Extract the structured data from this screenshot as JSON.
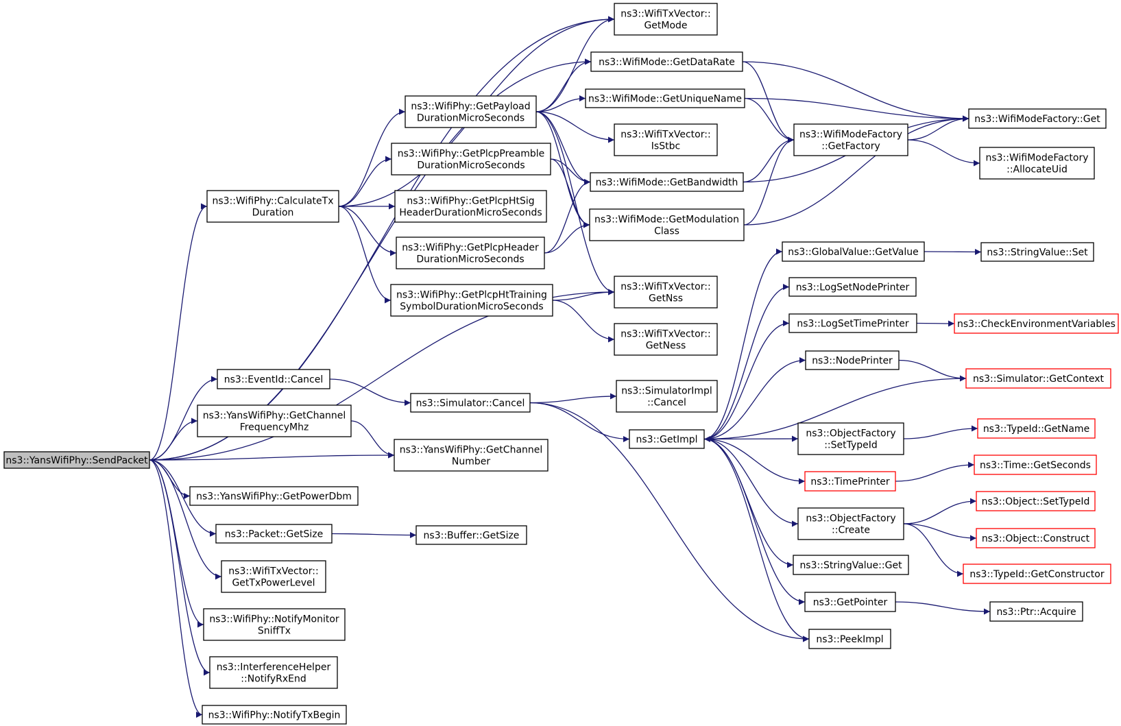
{
  "palette": {
    "edge": "#191970",
    "node_border": "#000000",
    "external_node_border": "#ff0000",
    "root_fill": "#bfbfbf"
  },
  "nodes": {
    "sendpacket": [
      "ns3::YansWifiPhy::SendPacket"
    ],
    "calctx": [
      "ns3::WifiPhy::CalculateTx",
      "Duration"
    ],
    "eventcancel": [
      "ns3::EventId::Cancel"
    ],
    "getchanfreq": [
      "ns3::YansWifiPhy::GetChannel",
      "FrequencyMhz"
    ],
    "getpowerdbm": [
      "ns3::YansWifiPhy::GetPowerDbm"
    ],
    "pktsize": [
      "ns3::Packet::GetSize"
    ],
    "txpower": [
      "ns3::WifiTxVector::",
      "GetTxPowerLevel"
    ],
    "notifymon": [
      "ns3::WifiPhy::NotifyMonitor",
      "SniffTx"
    ],
    "rxend": [
      "ns3::InterferenceHelper",
      "::NotifyRxEnd"
    ],
    "txbegin": [
      "ns3::WifiPhy::NotifyTxBegin"
    ],
    "payload": [
      "ns3::WifiPhy::GetPayload",
      "DurationMicroSeconds"
    ],
    "preamble": [
      "ns3::WifiPhy::GetPlcpPreamble",
      "DurationMicroSeconds"
    ],
    "htsig": [
      "ns3::WifiPhy::GetPlcpHtSig",
      "HeaderDurationMicroSeconds"
    ],
    "header": [
      "ns3::WifiPhy::GetPlcpHeader",
      "DurationMicroSeconds"
    ],
    "training": [
      "ns3::WifiPhy::GetPlcpHtTraining",
      "SymbolDurationMicroSeconds"
    ],
    "simcancel": [
      "ns3::Simulator::Cancel"
    ],
    "chnum": [
      "ns3::YansWifiPhy::GetChannel",
      "Number"
    ],
    "bufsize": [
      "ns3::Buffer::GetSize"
    ],
    "getmode": [
      "ns3::WifiTxVector::",
      "GetMode"
    ],
    "datarate": [
      "ns3::WifiMode::GetDataRate"
    ],
    "uniquename": [
      "ns3::WifiMode::GetUniqueName"
    ],
    "isstbc": [
      "ns3::WifiTxVector::",
      "IsStbc"
    ],
    "bandwidth": [
      "ns3::WifiMode::GetBandwidth"
    ],
    "modclass": [
      "ns3::WifiMode::GetModulation",
      "Class"
    ],
    "getnss": [
      "ns3::WifiTxVector::",
      "GetNss"
    ],
    "getness": [
      "ns3::WifiTxVector::",
      "GetNess"
    ],
    "simimplcancel": [
      "ns3::SimulatorImpl",
      "::Cancel"
    ],
    "getimpl": [
      "ns3::GetImpl"
    ],
    "getfactory": [
      "ns3::WifiModeFactory",
      "::GetFactory"
    ],
    "factoryget": [
      "ns3::WifiModeFactory::Get"
    ],
    "allocuid": [
      "ns3::WifiModeFactory",
      "::AllocateUid"
    ],
    "globalval": [
      "ns3::GlobalValue::GetValue"
    ],
    "strset": [
      "ns3::StringValue::Set"
    ],
    "lognode": [
      "ns3::LogSetNodePrinter"
    ],
    "logtime": [
      "ns3::LogSetTimePrinter"
    ],
    "checkenv": [
      "ns3::CheckEnvironmentVariables"
    ],
    "nodeprinter": [
      "ns3::NodePrinter"
    ],
    "getcontext": [
      "ns3::Simulator::GetContext"
    ],
    "settypeid": [
      "ns3::ObjectFactory",
      "::SetTypeId"
    ],
    "getname": [
      "ns3::TypeId::GetName"
    ],
    "timeprinter": [
      "ns3::TimePrinter"
    ],
    "getseconds": [
      "ns3::Time::GetSeconds"
    ],
    "ofcreate": [
      "ns3::ObjectFactory",
      "::Create"
    ],
    "objsettypeid": [
      "ns3::Object::SetTypeId"
    ],
    "construct": [
      "ns3::Object::Construct"
    ],
    "getctor": [
      "ns3::TypeId::GetConstructor"
    ],
    "strget": [
      "ns3::StringValue::Get"
    ],
    "getpointer": [
      "ns3::GetPointer"
    ],
    "acquire": [
      "ns3::Ptr::Acquire"
    ],
    "peekimpl": [
      "ns3::PeekImpl"
    ]
  },
  "edges": [
    [
      "sendpacket",
      "calctx"
    ],
    [
      "sendpacket",
      "eventcancel"
    ],
    [
      "sendpacket",
      "getchanfreq"
    ],
    [
      "sendpacket",
      "chnum"
    ],
    [
      "sendpacket",
      "getpowerdbm"
    ],
    [
      "sendpacket",
      "pktsize"
    ],
    [
      "sendpacket",
      "txpower"
    ],
    [
      "sendpacket",
      "notifymon"
    ],
    [
      "sendpacket",
      "rxend"
    ],
    [
      "sendpacket",
      "txbegin"
    ],
    [
      "sendpacket",
      "getmode"
    ],
    [
      "sendpacket",
      "datarate"
    ],
    [
      "sendpacket",
      "getnss"
    ],
    [
      "calctx",
      "getmode"
    ],
    [
      "calctx",
      "payload"
    ],
    [
      "calctx",
      "preamble"
    ],
    [
      "calctx",
      "htsig"
    ],
    [
      "calctx",
      "header"
    ],
    [
      "calctx",
      "training"
    ],
    [
      "payload",
      "getmode"
    ],
    [
      "payload",
      "datarate"
    ],
    [
      "payload",
      "uniquename"
    ],
    [
      "payload",
      "isstbc"
    ],
    [
      "payload",
      "bandwidth"
    ],
    [
      "payload",
      "modclass"
    ],
    [
      "payload",
      "getnss"
    ],
    [
      "preamble",
      "bandwidth"
    ],
    [
      "preamble",
      "modclass"
    ],
    [
      "header",
      "bandwidth"
    ],
    [
      "header",
      "modclass"
    ],
    [
      "training",
      "getnss"
    ],
    [
      "training",
      "getness"
    ],
    [
      "eventcancel",
      "simcancel"
    ],
    [
      "getchanfreq",
      "chnum"
    ],
    [
      "pktsize",
      "bufsize"
    ],
    [
      "simcancel",
      "simimplcancel"
    ],
    [
      "simcancel",
      "getimpl"
    ],
    [
      "simcancel",
      "peekimpl"
    ],
    [
      "datarate",
      "getfactory"
    ],
    [
      "datarate",
      "factoryget"
    ],
    [
      "uniquename",
      "getfactory"
    ],
    [
      "uniquename",
      "factoryget"
    ],
    [
      "bandwidth",
      "getfactory"
    ],
    [
      "bandwidth",
      "factoryget"
    ],
    [
      "modclass",
      "getfactory"
    ],
    [
      "modclass",
      "factoryget"
    ],
    [
      "getfactory",
      "factoryget"
    ],
    [
      "getfactory",
      "allocuid"
    ],
    [
      "getimpl",
      "globalval"
    ],
    [
      "getimpl",
      "lognode"
    ],
    [
      "getimpl",
      "logtime"
    ],
    [
      "getimpl",
      "nodeprinter"
    ],
    [
      "getimpl",
      "settypeid"
    ],
    [
      "getimpl",
      "timeprinter"
    ],
    [
      "getimpl",
      "ofcreate"
    ],
    [
      "getimpl",
      "strget"
    ],
    [
      "getimpl",
      "getpointer"
    ],
    [
      "getimpl",
      "peekimpl"
    ],
    [
      "getcontext",
      "getimpl"
    ],
    [
      "globalval",
      "strset"
    ],
    [
      "logtime",
      "checkenv"
    ],
    [
      "nodeprinter",
      "getcontext"
    ],
    [
      "settypeid",
      "getname"
    ],
    [
      "timeprinter",
      "getseconds"
    ],
    [
      "ofcreate",
      "objsettypeid"
    ],
    [
      "ofcreate",
      "construct"
    ],
    [
      "ofcreate",
      "getctor"
    ],
    [
      "getpointer",
      "acquire"
    ]
  ]
}
